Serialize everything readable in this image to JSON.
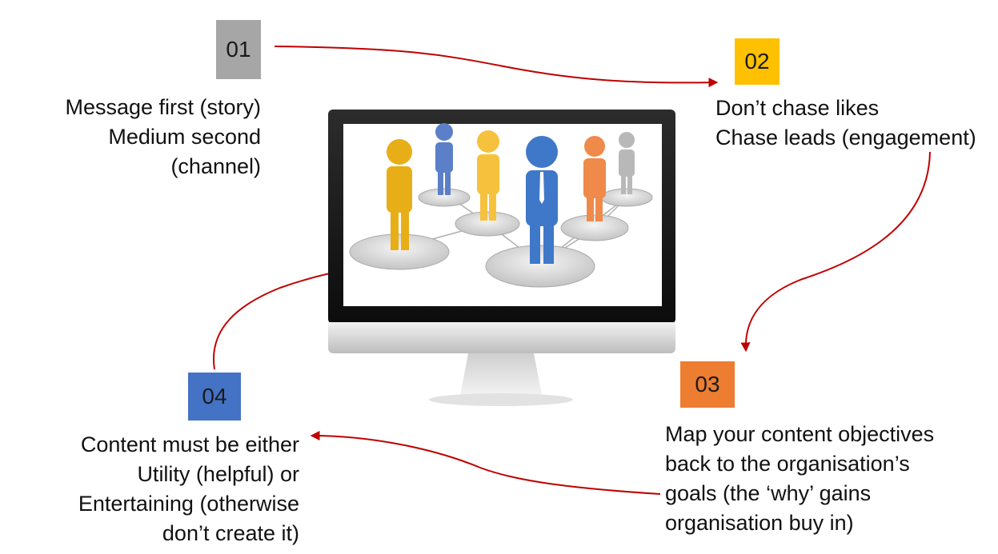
{
  "steps": [
    {
      "id": "01",
      "color": "#a6a6a6",
      "lines": [
        "Message first (story)",
        "Medium second",
        "(channel)"
      ]
    },
    {
      "id": "02",
      "color": "#ffc000",
      "lines": [
        "Don’t chase likes",
        "Chase leads (engagement)"
      ]
    },
    {
      "id": "03",
      "color": "#ed7d31",
      "lines": [
        "Map your content objectives",
        "back to the organisation’s",
        "goals (the ‘why’ gains",
        "organisation buy in)"
      ]
    },
    {
      "id": "04",
      "color": "#4472c4",
      "lines": [
        "Content must be either",
        "Utility (helpful) or",
        "Entertaining (otherwise",
        "don’t create it)"
      ]
    }
  ],
  "colors": {
    "arrow": "#c00000"
  }
}
